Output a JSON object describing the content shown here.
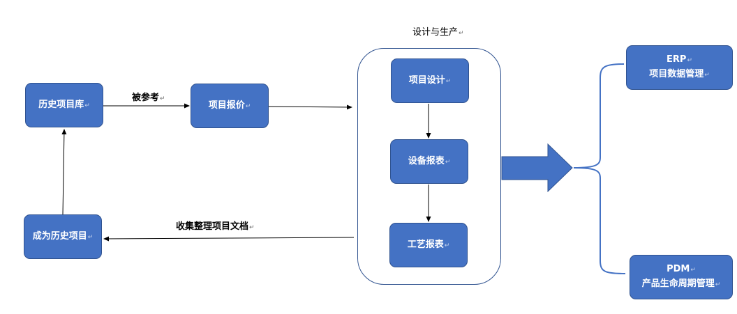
{
  "mark": "↵",
  "nodes": {
    "history_lib": "历史项目库",
    "project_quote": "项目报价",
    "become_history": "成为历史项目",
    "project_design": "项目设计",
    "equipment_report": "设备报表",
    "process_report": "工艺报表",
    "erp_title": "ERP",
    "erp_desc": "项目数据管理",
    "pdm_title": "PDM",
    "pdm_desc": "产品生命周期管理"
  },
  "labels": {
    "referenced": "被参考",
    "design_production": "设计与生产",
    "collect_docs": "收集整理项目文档"
  },
  "colors": {
    "node_fill": "#4472c4",
    "node_border": "#2f528f",
    "node_text": "#ffffff"
  }
}
